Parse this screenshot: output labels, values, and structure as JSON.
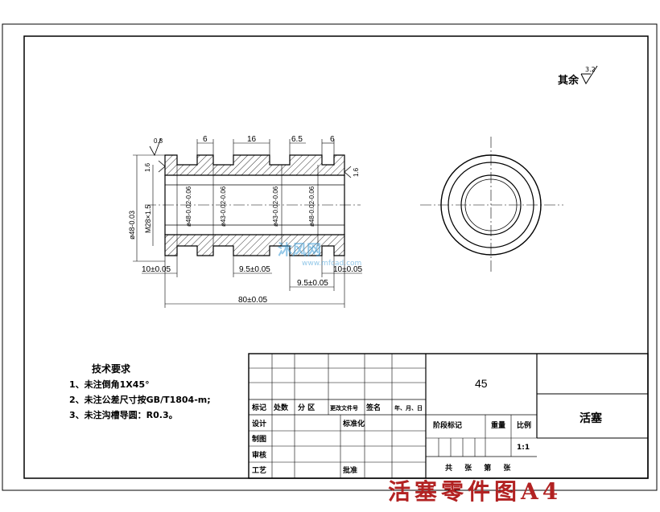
{
  "drawing": {
    "roughness_remark": "其余",
    "roughness_value": "3.2",
    "dims": {
      "d_top_1": "6",
      "d_top_2": "16",
      "d_top_3": "6.5",
      "d_top_4": "6",
      "d_left_rough": "0.8",
      "d_rough_1": "1.6",
      "d_rough_2": "1.6",
      "d_dia_outer": "ø48-0.03",
      "d_thread": "M28×1.5",
      "d_dia_a": "ø48-0.02-0.06",
      "d_dia_b": "ø43-0.02-0.06",
      "d_dia_c": "ø43-0.02-0.06",
      "d_dia_d": "ø48-0.02-0.06",
      "d_bot_1": "10±0.05",
      "d_bot_2": "9.5±0.05",
      "d_bot_3": "10±0.05",
      "d_bot_4": "9.5±0.05",
      "d_total": "80±0.05"
    }
  },
  "notes": {
    "title": "技术要求",
    "items": [
      "1、未注倒角1X45°",
      "2、未注公差尺寸按GB/T1804-m;",
      "3、未注沟槽导圆：R0.3。"
    ]
  },
  "title_block": {
    "material": "45",
    "part_name": "活塞",
    "h_mark": "标记",
    "h_count": "处数",
    "h_zone": "分 区",
    "h_doc": "更改文件号",
    "h_sign": "签名",
    "h_date": "年、月、日",
    "r_design": "设计",
    "r_std": "标准化",
    "r_draw": "制图",
    "r_check": "审核",
    "r_craft": "工艺",
    "r_approve": "批准",
    "stage": "阶段标记",
    "weight": "重量",
    "scale_label": "比例",
    "scale": "1:1",
    "sheets": "共 张 第 张"
  },
  "caption": "活塞零件图A4",
  "watermark": {
    "brand": "沐风网",
    "url": "www.mfcad.com"
  }
}
